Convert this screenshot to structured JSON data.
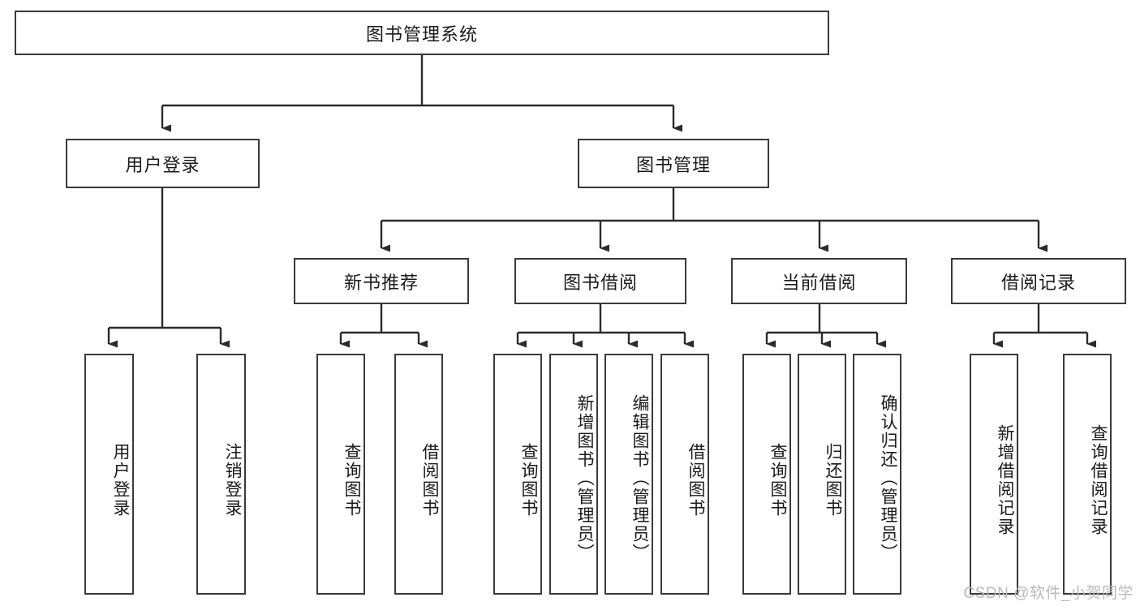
{
  "diagram": {
    "title": "图书管理系统",
    "type": "hierarchy-tree",
    "root": {
      "label": "图书管理系统"
    },
    "level2": [
      {
        "label": "用户登录"
      },
      {
        "label": "图书管理"
      }
    ],
    "level3": [
      {
        "label": "新书推荐"
      },
      {
        "label": "图书借阅"
      },
      {
        "label": "当前借阅"
      },
      {
        "label": "借阅记录"
      }
    ],
    "leaves": {
      "user_login": [
        {
          "label": "用户登录"
        },
        {
          "label": "注销登录"
        }
      ],
      "new_book_recommend": [
        {
          "label": "查询图书"
        },
        {
          "label": "借阅图书"
        }
      ],
      "book_borrow": [
        {
          "label": "查询图书"
        },
        {
          "label": "新增图书（管理员）"
        },
        {
          "label": "编辑图书（管理员）"
        },
        {
          "label": "借阅图书"
        }
      ],
      "current_borrow": [
        {
          "label": "查询图书"
        },
        {
          "label": "归还图书"
        },
        {
          "label": "确认归还（管理员）"
        }
      ],
      "borrow_records": [
        {
          "label": "新增借阅记录"
        },
        {
          "label": "查询借阅记录"
        }
      ]
    }
  },
  "watermark": {
    "text": "CSDN @软件_小贺同学"
  },
  "colors": {
    "box_border": "#3a3a3a",
    "wire": "#2b2b2b",
    "background": "#ffffff",
    "text": "#1a1a1a",
    "watermark": "#b9b9b9"
  }
}
